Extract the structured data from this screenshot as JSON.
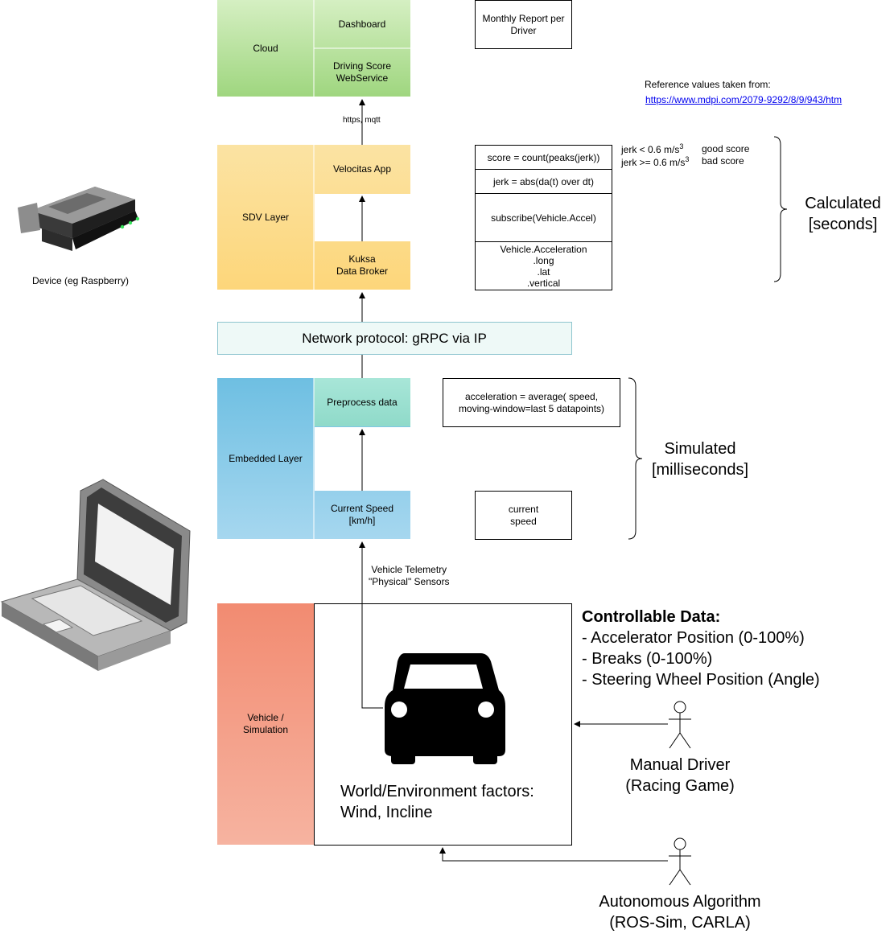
{
  "layers": {
    "cloud": {
      "label": "Cloud",
      "dashboard": "Dashboard",
      "driving_score": "Driving Score\nWebService"
    },
    "sdv": {
      "label": "SDV Layer",
      "velocitas_app": "Velocitas App",
      "kuksa_broker": "Kuksa\nData Broker"
    },
    "network": {
      "label": "Network protocol: gRPC via IP"
    },
    "embedded": {
      "label": "Embedded Layer",
      "preprocess": "Preprocess data",
      "current_speed": "Current Speed\n[km/h]"
    },
    "vehicle": {
      "label": "Vehicle /\nSimulation",
      "world_factors": "World/Environment factors:\nWind, Incline"
    }
  },
  "connectors": {
    "https_mqtt": "https, mqtt",
    "telemetry": "Vehicle Telemetry\n\"Physical\" Sensors"
  },
  "notes": {
    "monthly_report": "Monthly Report per\nDriver",
    "reference_label": "Reference values taken from:",
    "reference_link": "https://www.mdpi.com/2079-9292/8/9/943/htm",
    "sdv_stack": [
      "score = count(peaks(jerk))",
      "jerk = abs(da(t) over dt)",
      "subscribe(Vehicle.Accel)",
      "Vehicle.Acceleration\n.long\n.lat\n.vertical"
    ],
    "jerk_low": "jerk < 0.6 m/s",
    "jerk_high": "jerk >= 0.6 m/s",
    "jerk_exp": "3",
    "good_score": "good score",
    "bad_score": "bad score",
    "calculated": "Calculated\n[seconds]",
    "acceleration_formula": "acceleration = average( speed,\nmoving-window=last 5 datapoints)",
    "current_speed_note": "current\nspeed",
    "simulated": "Simulated\n[milliseconds]"
  },
  "devices": {
    "device_caption": "Device (eg Raspberry)"
  },
  "controllable": {
    "title": "Controllable Data:",
    "items": [
      "- Accelerator Position (0-100%)",
      "- Breaks (0-100%)",
      "- Steering Wheel Position (Angle)"
    ]
  },
  "actors": {
    "manual_driver": "Manual Driver\n(Racing Game)",
    "autonomous": "Autonomous Algorithm\n(ROS-Sim, CARLA)"
  },
  "colors": {
    "cloud": "#b9e0a5",
    "sdv": "#fdd677",
    "network_fill": "#eef9f7",
    "network_stroke": "#8ec5cf",
    "embedded": "#7cc2e2",
    "preprocess": "#9fe3d6",
    "vehicle": "#f28d72",
    "link": "#0000ee"
  }
}
